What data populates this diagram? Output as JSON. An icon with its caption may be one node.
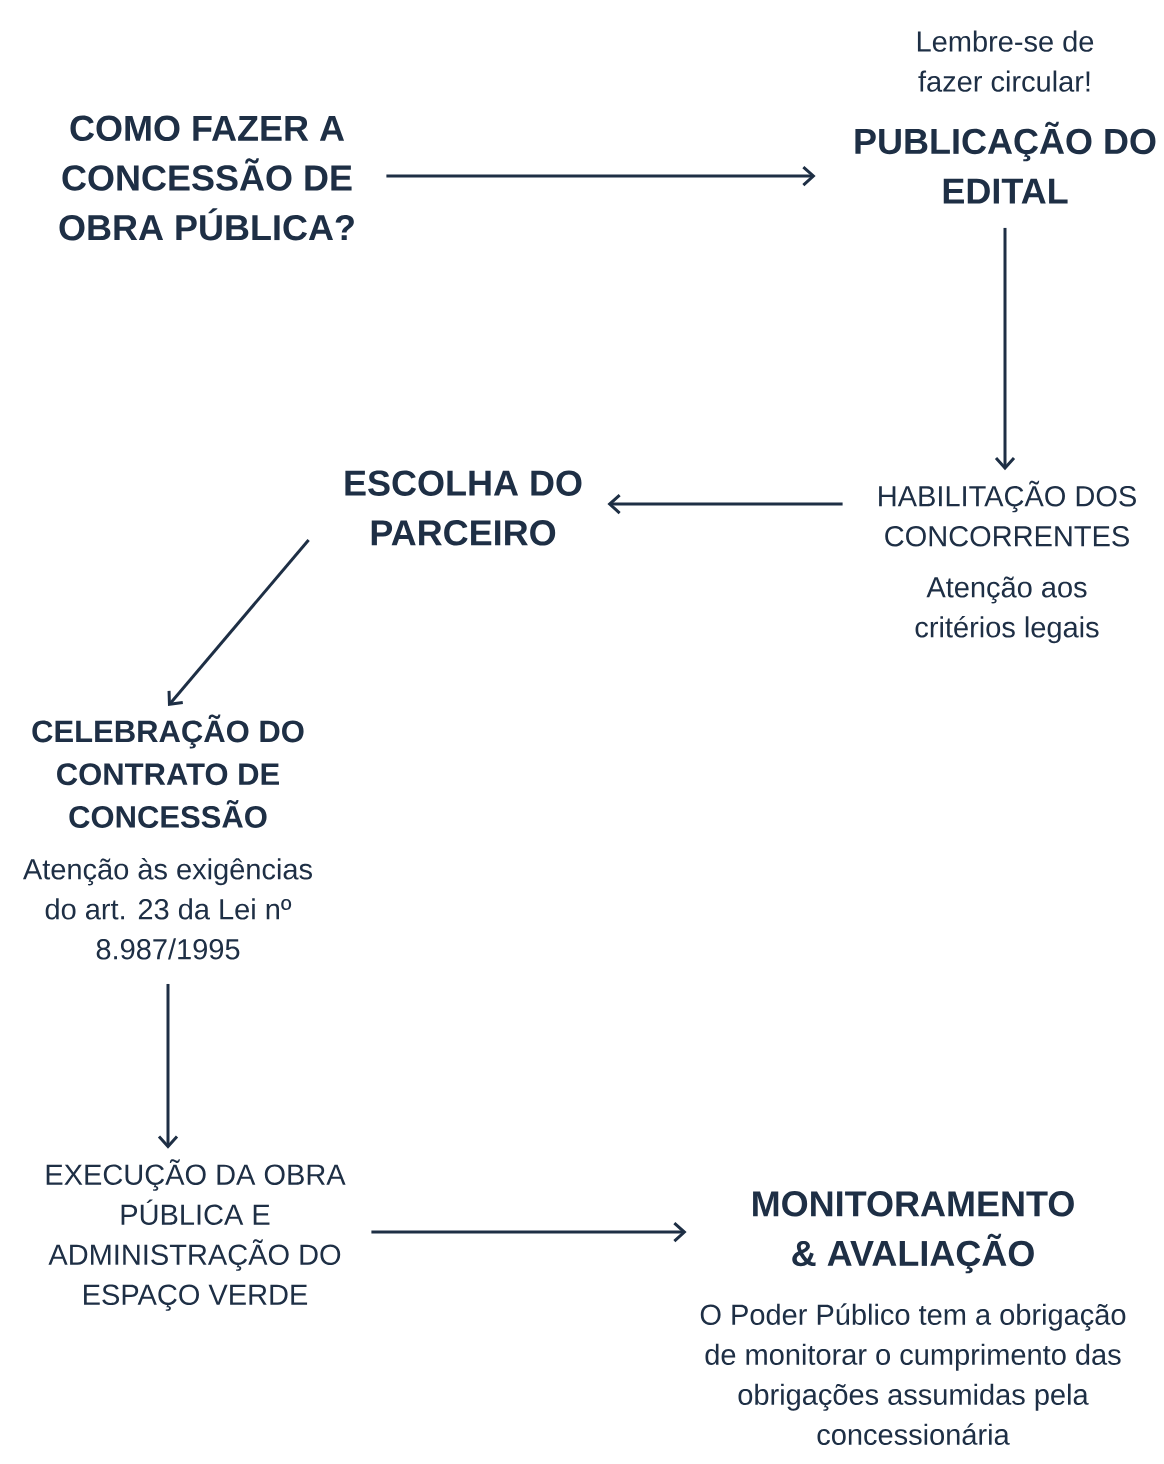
{
  "diagram": {
    "nodes": [
      {
        "text": [
          "COMO FAZER A CONCESSÃO DE OBRA PÚBLICA?"
        ]
      },
      {
        "text": [
          "PUBLICAÇÃO DO EDITAL"
        ],
        "beside": [
          "Lembre-se de fazer circular!"
        ]
      },
      {
        "text": [
          "HABILITAÇÃO DOS CONCORRENTES"
        ],
        "beside": [
          "Atenção aos critérios legais"
        ]
      },
      {
        "text": [
          "ESCOLHA DO PARCEIRO"
        ]
      },
      {
        "text": [
          "CELEBRAÇÃO DO CONTRATO DE CONCESSÃO"
        ],
        "beside": [
          "Atenção às exigências do art. 23 da Lei nº 8.987/1995"
        ]
      },
      {
        "text": [
          "EXECUÇÃO DA OBRA PÚBLICA E ADMINISTRAÇÃO DO ESPAÇO VERDE"
        ]
      },
      {
        "text": [
          "MONITORAMENTO & AVALIAÇÃO"
        ],
        "beside": [
          "O Poder Público tem a obrigação de monitorar o cumprimento das obrigações assumidas pela concessionária"
        ]
      }
    ],
    "edges": [
      {
        "from": 0,
        "to": 1,
        "arrow": "to"
      },
      {
        "from": 1,
        "to": 2,
        "arrow": "to"
      },
      {
        "from": 2,
        "to": 3,
        "arrow": "to"
      },
      {
        "from": 3,
        "to": 4,
        "arrow": "to"
      },
      {
        "from": 4,
        "to": 5,
        "arrow": "to"
      },
      {
        "from": 5,
        "to": 6,
        "arrow": "to"
      }
    ]
  }
}
